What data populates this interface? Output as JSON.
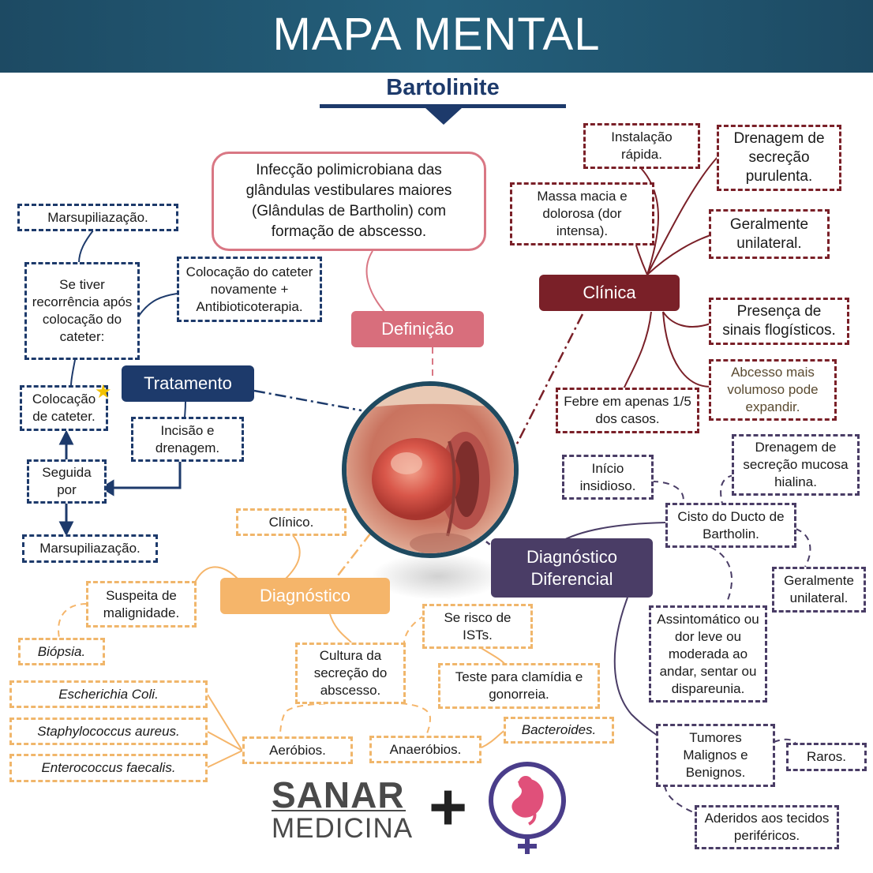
{
  "header": {
    "title": "MAPA MENTAL"
  },
  "subtitle": "Bartolinite",
  "definicao": {
    "label": "Definição",
    "text": "Infecção polimicrobiana das glândulas vestibulares maiores (Glândulas de Bartholin) com formação de abscesso."
  },
  "clinica": {
    "label": "Clínica",
    "items": [
      "Instalação rápida.",
      "Drenagem de secreção purulenta.",
      "Massa macia e dolorosa (dor intensa).",
      "Geralmente unilateral.",
      "Presença de sinais flogísticos.",
      "Abcesso mais volumoso pode expandir.",
      "Febre em apenas 1/5 dos casos."
    ]
  },
  "tratamento": {
    "label": "Tratamento",
    "items": [
      "Marsupiliazação.",
      "Se tiver recorrência após colocação do cateter:",
      "Colocação do cateter novamente + Antibioticoterapia.",
      "Colocação de cateter.",
      "Incisão e drenagem.",
      "Seguida por",
      "Marsupiliazação."
    ]
  },
  "diagnostico": {
    "label": "Diagnóstico",
    "items": [
      "Clínico.",
      "Suspeita de malignidade.",
      "Biópsia.",
      "Cultura da secreção do abscesso.",
      "Se risco de ISTs.",
      "Teste para clamídia e gonorreia.",
      "Escherichia Coli.",
      "Staphylococcus aureus.",
      "Enterococcus faecalis.",
      "Aeróbios.",
      "Anaeróbios.",
      "Bacteroides."
    ]
  },
  "diferencial": {
    "label": "Diagnóstico Diferencial",
    "items": [
      "Início insidioso.",
      "Drenagem de secreção mucosa hialina.",
      "Cisto do Ducto de Bartholin.",
      "Geralmente unilateral.",
      "Assintomático ou dor leve ou moderada ao andar, sentar ou dispareunia.",
      "Tumores Malignos e Benignos.",
      "Raros.",
      "Aderidos aos tecidos periféricos."
    ]
  },
  "logo": {
    "word1": "SANAR",
    "word2": "MEDICINA"
  },
  "colors": {
    "navy": "#1d3a6b",
    "wine": "#7a2028",
    "pink": "#d97784",
    "orange": "#f5b56a",
    "purple": "#4a3d66"
  },
  "icons": {
    "star": "star-icon",
    "photo": "clinical-photo",
    "logo_mark": "female-symbol-icon"
  }
}
